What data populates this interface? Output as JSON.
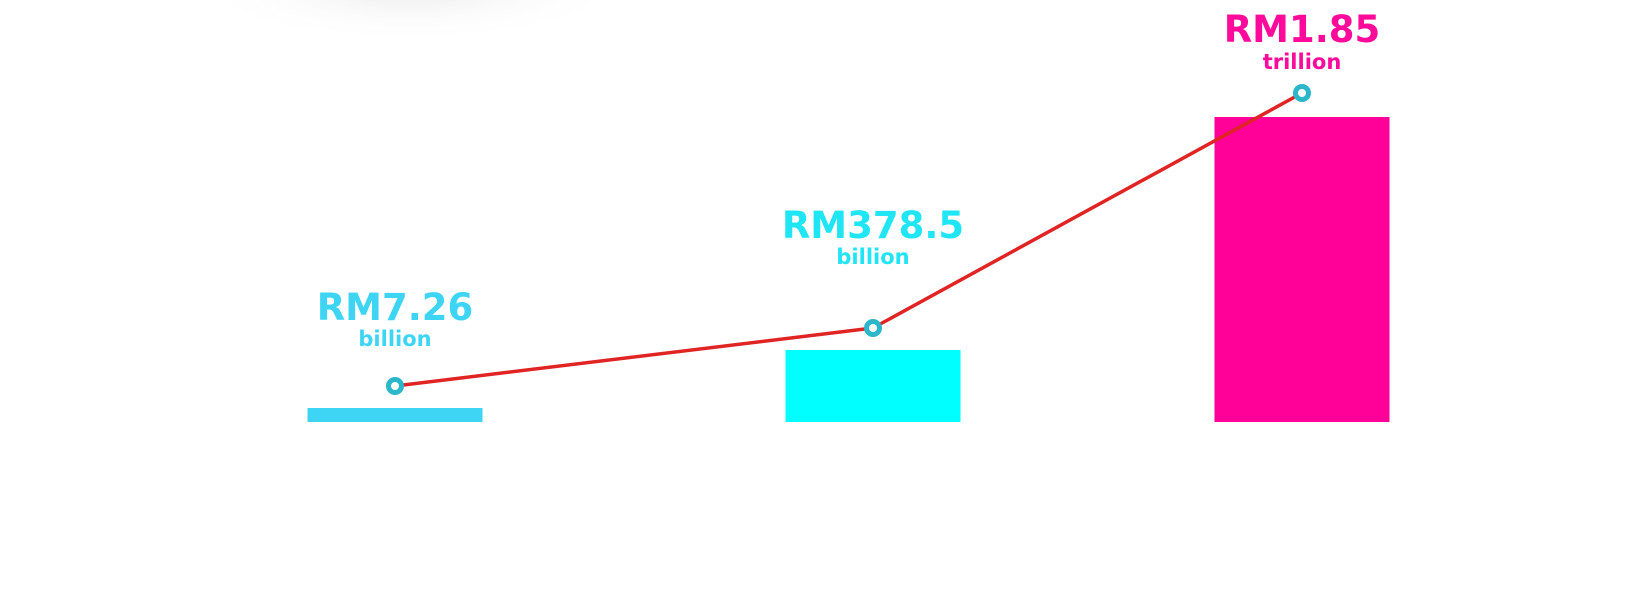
{
  "chart_data": {
    "type": "bar",
    "categories": [
      "",
      "",
      ""
    ],
    "values_billion": [
      7.26,
      378.5,
      1850
    ],
    "labels": [
      {
        "value": "RM7.26",
        "unit": "billion",
        "color": "#3dd5f3"
      },
      {
        "value": "RM378.5",
        "unit": "billion",
        "color": "#1fe5f5"
      },
      {
        "value": "RM1.85",
        "unit": "trillion",
        "color": "#ff0a9a"
      }
    ],
    "bar_colors": [
      "#3dd5f3",
      "#00ffff",
      "#ff0099"
    ],
    "line_color": "#e02424",
    "marker_outer": "#2bb6c9",
    "marker_inner": "#ffffff",
    "grid": false,
    "legend": "none",
    "title": "",
    "xlabel": "",
    "ylabel": ""
  }
}
